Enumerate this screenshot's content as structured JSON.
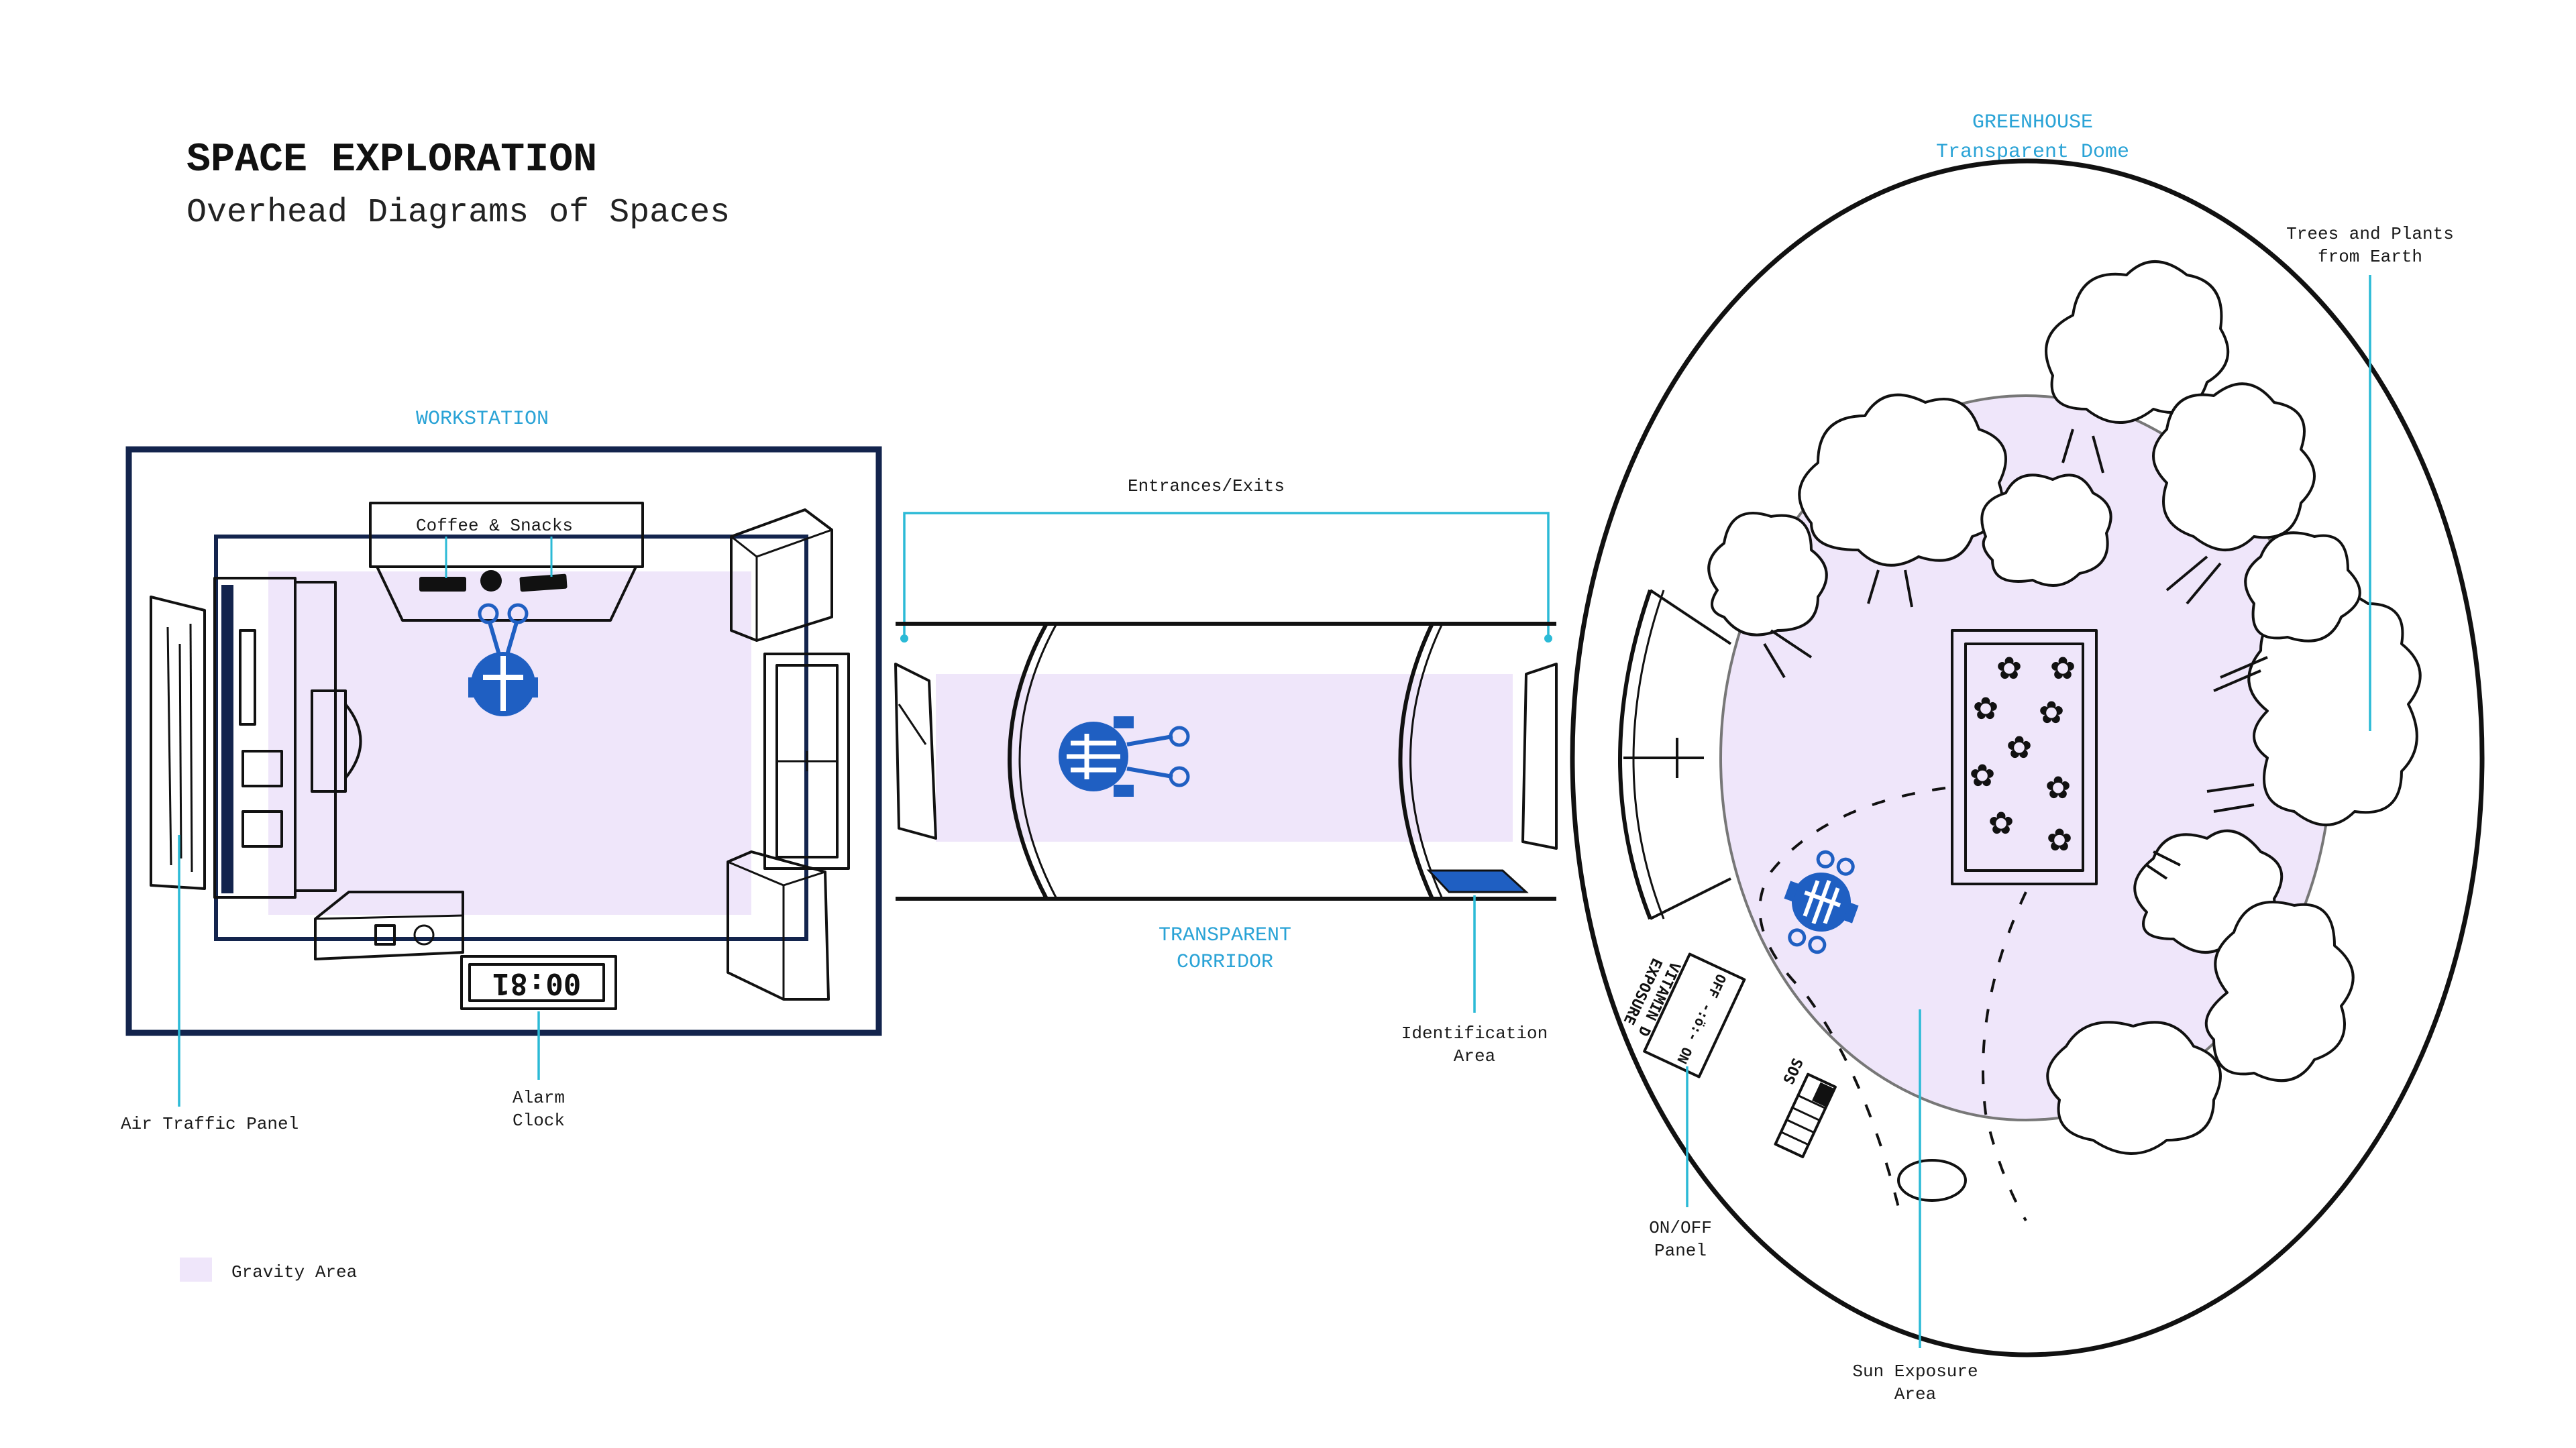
{
  "header": {
    "title": "SPACE EXPLORATION",
    "subtitle": "Overhead Diagrams of Spaces"
  },
  "sections": {
    "workstation": "WORKSTATION",
    "corridor_line1": "TRANSPARENT",
    "corridor_line2": "CORRIDOR",
    "greenhouse_line1": "GREENHOUSE",
    "greenhouse_line2": "Transparent Dome"
  },
  "labels": {
    "coffee": "Coffee & Snacks",
    "entrances": "Entrances/Exits",
    "air_traffic": "Air Traffic Panel",
    "alarm_line1": "Alarm",
    "alarm_line2": "Clock",
    "identification_line1": "Identification",
    "identification_line2": "Area",
    "trees_line1": "Trees and Plants",
    "trees_line2": "from Earth",
    "onoff_line1": "ON/OFF",
    "onoff_line2": "Panel",
    "sun_line1": "Sun Exposure",
    "sun_line2": "Area"
  },
  "legend": {
    "gravity": "Gravity Area"
  },
  "device_text": {
    "clock": "00:81",
    "vitamin_line1": "VITAMIN D",
    "vitamin_line2": "EXPOSURE",
    "switch": "OFF  -:ö:-  ON",
    "sos": "SOS"
  },
  "colors": {
    "gravity_area": "#efe6fa",
    "accent_text": "#2aa3d6",
    "leader_line": "#2bbad6",
    "robot": "#1f5fc2",
    "room_border": "#13244d",
    "id_pad": "#1f5fc2"
  },
  "icons": [
    "robot-icon",
    "flower-icon",
    "tree-icon",
    "door-icon"
  ]
}
